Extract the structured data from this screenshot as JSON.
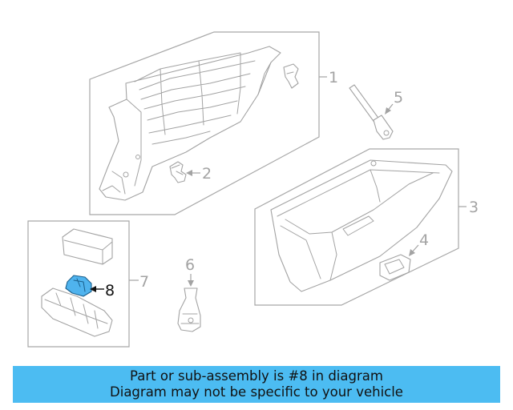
{
  "diagram": {
    "callouts": [
      {
        "id": "1",
        "label": "1"
      },
      {
        "id": "2",
        "label": "2"
      },
      {
        "id": "3",
        "label": "3"
      },
      {
        "id": "4",
        "label": "4"
      },
      {
        "id": "5",
        "label": "5"
      },
      {
        "id": "6",
        "label": "6"
      },
      {
        "id": "7",
        "label": "7"
      },
      {
        "id": "8",
        "label": "8"
      }
    ],
    "highlighted_part": "8",
    "highlight_color": "#4fb3ee"
  },
  "banner": {
    "line1": "Part or sub-assembly is #8 in diagram",
    "line2": "Diagram may not be specific to your vehicle",
    "background": "#4cbcf2"
  }
}
